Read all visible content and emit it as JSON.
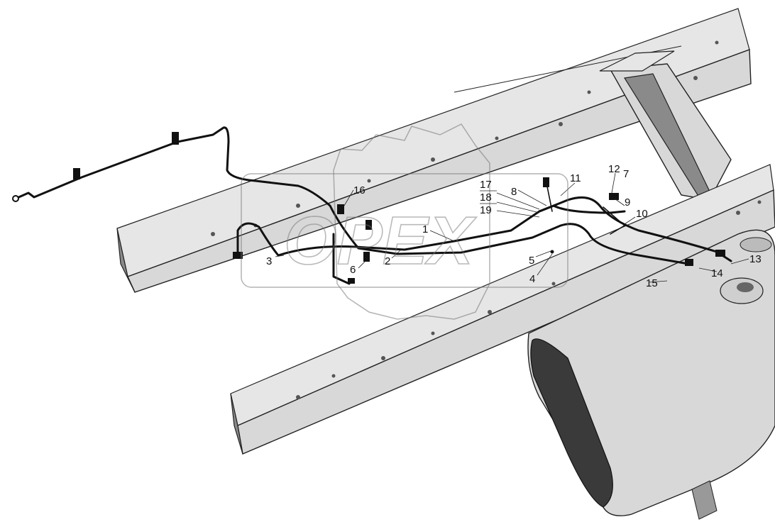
{
  "diagram": {
    "watermark_text": "OPEX",
    "callouts": {
      "c1": "1",
      "c2": "2",
      "c3": "3",
      "c4": "4",
      "c5": "5",
      "c6": "6",
      "c7": "7",
      "c8": "8",
      "c9": "9",
      "c10": "10",
      "c11": "11",
      "c12": "12",
      "c13": "13",
      "c14": "14",
      "c15": "15",
      "c16": "16",
      "c17": "17",
      "c18": "18",
      "c19": "19"
    }
  }
}
